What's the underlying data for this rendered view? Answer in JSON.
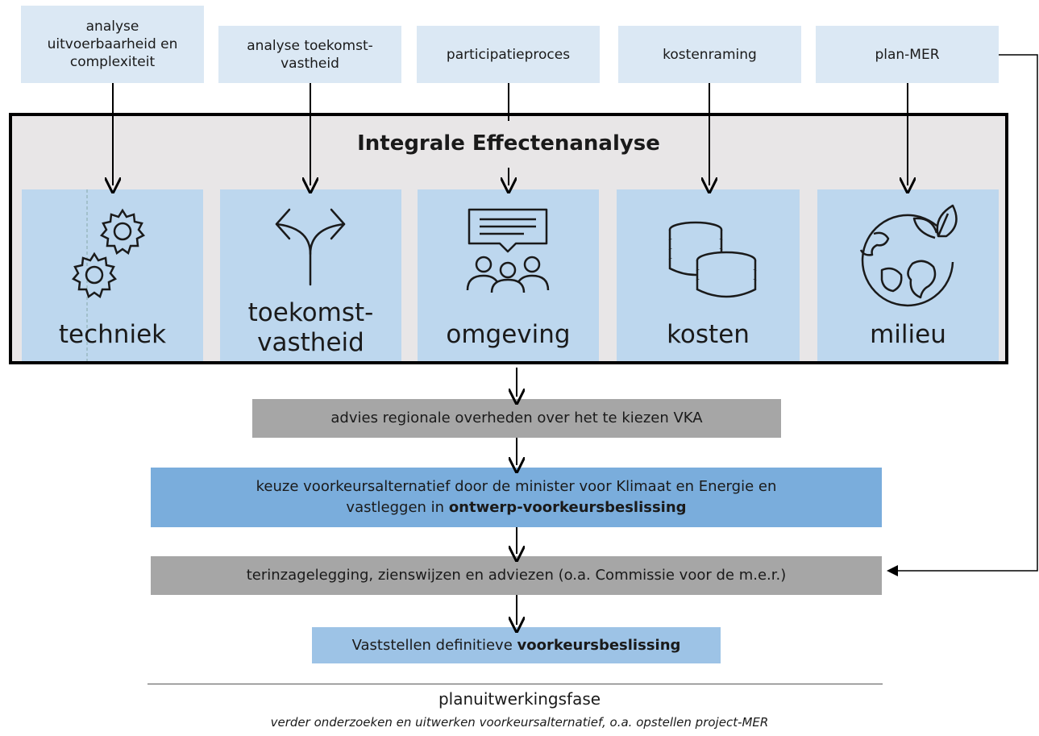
{
  "inputs": [
    "analyse\nuitvoerbaarheid en\ncomplexiteit",
    "analyse toekomst-\nvastheid",
    "participatieproces",
    "kostenraming",
    "plan-MER"
  ],
  "frame_title": "Integrale Effectenanalyse",
  "tiles": [
    {
      "label": "techniek",
      "icon": "gears-icon"
    },
    {
      "label": "toekomst-\nvastheid",
      "icon": "split-arrow-icon"
    },
    {
      "label": "omgeving",
      "icon": "people-speech-icon"
    },
    {
      "label": "kosten",
      "icon": "coins-icon"
    },
    {
      "label": "milieu",
      "icon": "globe-leaf-icon"
    }
  ],
  "steps": {
    "advice": "advies regionale overheden over het te kiezen VKA",
    "choice_line1": "keuze voorkeursalternatief door de minister voor Klimaat en Energie en",
    "choice_line2_pre": "vastleggen in ",
    "choice_line2_bold": "ontwerp-voorkeursbeslissing",
    "consultation": "terinzagelegging, zienswijzen en adviezen (o.a. Commissie voor de m.e.r.)",
    "final_pre": "Vaststellen definitieve ",
    "final_bold": "voorkeursbeslissing"
  },
  "phase": {
    "title": "planuitwerkingsfase",
    "subtitle": "verder onderzoeken en uitwerken voorkeursalternatief, o.a. opstellen project-MER"
  }
}
